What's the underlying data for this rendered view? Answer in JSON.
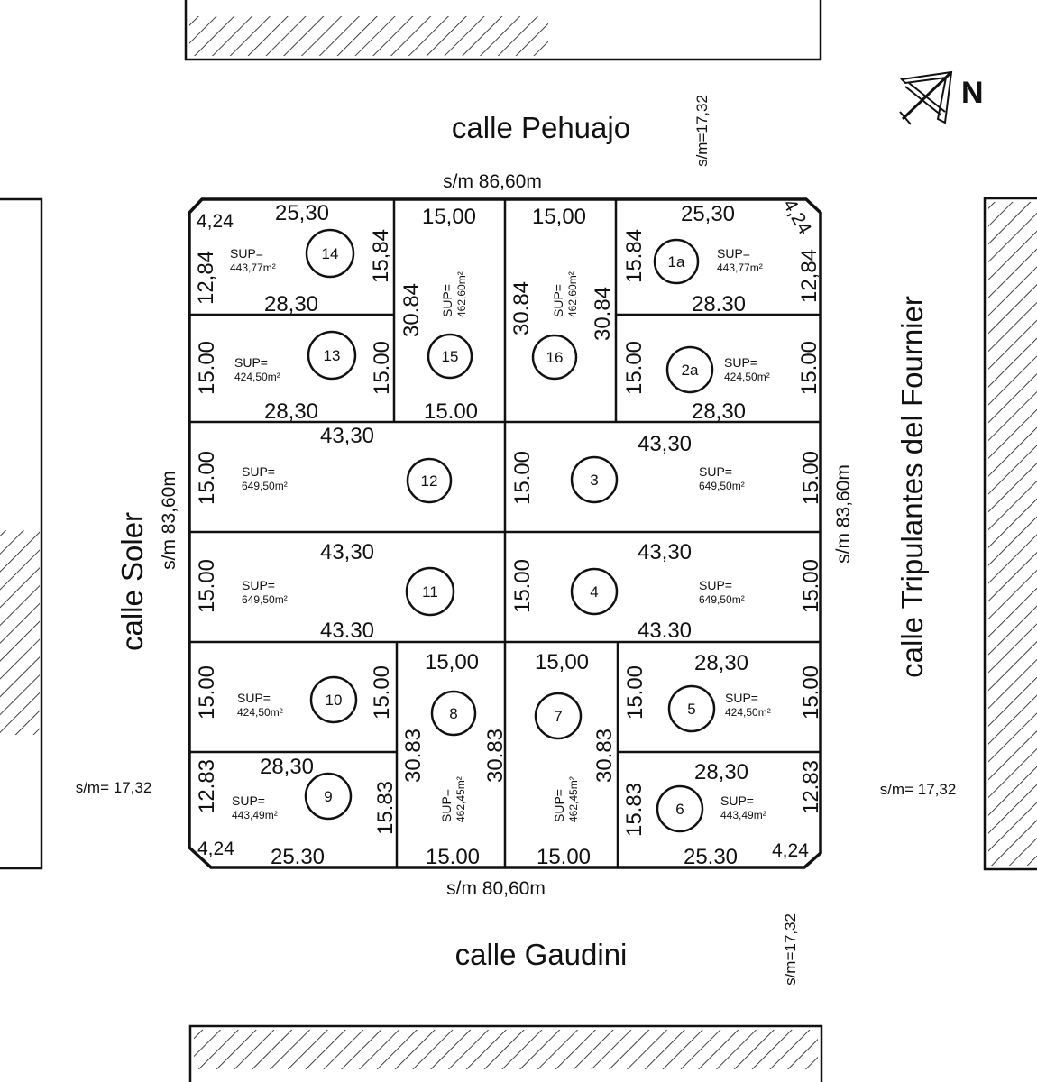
{
  "streets": {
    "top": "calle Pehuajo",
    "bottom": "calle Gaudini",
    "left": "calle Soler",
    "right": "calle Tripulantes del Fournier"
  },
  "block_measures": {
    "top": "s/m 86,60m",
    "bottom": "s/m 80,60m",
    "left": "s/m 83,60m",
    "right": "s/m 83,60m"
  },
  "street_widths": {
    "top_right": "s/m=17,32",
    "bottom_right": "s/m=17,32",
    "left": "s/m= 17,32",
    "right": "s/m= 17,32"
  },
  "north_label": "N",
  "lots": {
    "l14": {
      "num": "14",
      "sup_label": "SUP=",
      "sup_value": "443,77m²",
      "top": "25,30",
      "bottom": "28,30",
      "left": "12,84",
      "right": "15,84",
      "chamfer": "4,24"
    },
    "l13": {
      "num": "13",
      "sup_label": "SUP=",
      "sup_value": "424,50m²",
      "bottom": "28,30",
      "left": "15.00",
      "right": "15.00"
    },
    "l15": {
      "num": "15",
      "sup_label": "SUP=",
      "sup_value": "462,60m²",
      "top": "15,00",
      "bottom": "15.00",
      "left": "30.84"
    },
    "l16": {
      "num": "16",
      "sup_label": "SUP=",
      "sup_value": "462,60m²",
      "top": "15,00",
      "left": "30.84",
      "right": "30.84"
    },
    "l1a": {
      "num": "1a",
      "sup_label": "SUP=",
      "sup_value": "443,77m²",
      "top": "25,30",
      "bottom": "28.30",
      "left": "15.84",
      "right": "12,84",
      "chamfer": "4,24"
    },
    "l2a": {
      "num": "2a",
      "sup_label": "SUP=",
      "sup_value": "424,50m²",
      "bottom": "28,30",
      "left": "15.00",
      "right": "15.00"
    },
    "l12": {
      "num": "12",
      "sup_label": "SUP=",
      "sup_value": "649,50m²",
      "top": "43,30",
      "left": "15.00"
    },
    "l3": {
      "num": "3",
      "sup_label": "SUP=",
      "sup_value": "649,50m²",
      "top": "43,30",
      "left": "15.00",
      "right": "15.00"
    },
    "l11": {
      "num": "11",
      "sup_label": "SUP=",
      "sup_value": "649,50m²",
      "top": "43,30",
      "bottom": "43.30",
      "left": "15.00"
    },
    "l4": {
      "num": "4",
      "sup_label": "SUP=",
      "sup_value": "649,50m²",
      "top": "43,30",
      "bottom": "43.30",
      "left": "15.00",
      "right": "15.00"
    },
    "l10": {
      "num": "10",
      "sup_label": "SUP=",
      "sup_value": "424,50m²",
      "left": "15.00",
      "right": "15.00"
    },
    "l8": {
      "num": "8",
      "sup_label": "SUP=",
      "sup_value": "462,45m²",
      "top": "15,00",
      "bottom": "15.00",
      "left": "30.83",
      "right": "30.83"
    },
    "l7": {
      "num": "7",
      "sup_label": "SUP=",
      "sup_value": "462,45m²",
      "top": "15,00",
      "bottom": "15.00",
      "right": "30.83"
    },
    "l5": {
      "num": "5",
      "sup_label": "SUP=",
      "sup_value": "424,50m²",
      "top": "28,30",
      "left": "15.00",
      "right": "15.00"
    },
    "l9": {
      "num": "9",
      "sup_label": "SUP=",
      "sup_value": "443,49m²",
      "top": "28,30",
      "bottom": "25.30",
      "left": "12.83",
      "right": "15.83",
      "chamfer": "4,24"
    },
    "l6": {
      "num": "6",
      "sup_label": "SUP=",
      "sup_value": "443,49m²",
      "top": "28,30",
      "bottom": "25.30",
      "left": "15.83",
      "right": "12.83",
      "chamfer": "4,24"
    }
  }
}
